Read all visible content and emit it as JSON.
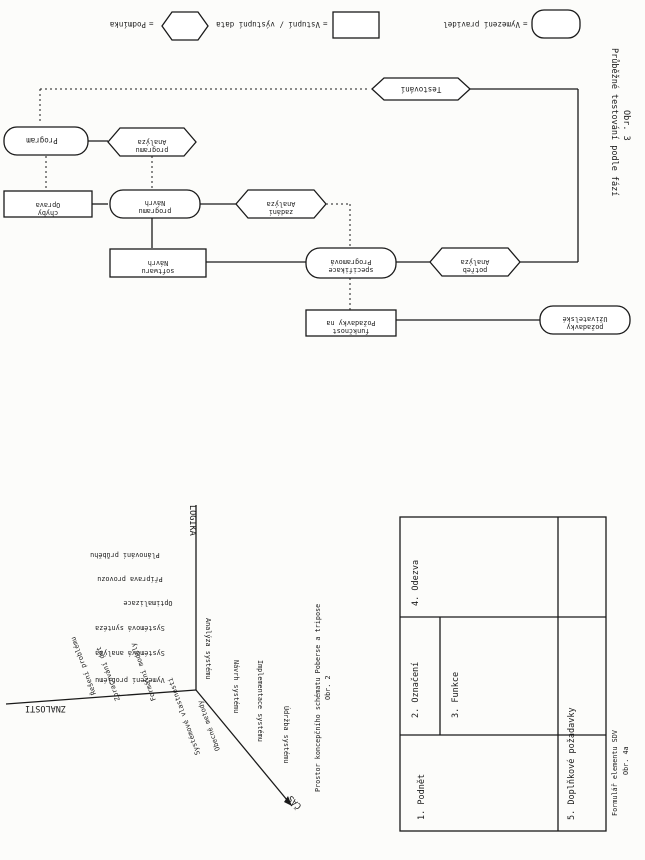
{
  "legend": {
    "procedure": "Vymezení pravidel",
    "data": "Vstupní / výstupní data",
    "control": "Podmínka"
  },
  "flowchart": {
    "caption_title": "Průběžné testování podle fází",
    "caption_fig": "Obr. 3",
    "testing": "Testování",
    "program": "Program",
    "program_analysis": [
      "Analýza",
      "programu"
    ],
    "program_design": [
      "Návrh",
      "programu"
    ],
    "error_correction": [
      "Oprava",
      "chyby"
    ],
    "requirements_analysis": [
      "Analýza",
      "zadání"
    ],
    "software_design": [
      "Návrh",
      "softwaru"
    ],
    "specification": [
      "Programová",
      "specifikace"
    ],
    "needs_analysis": [
      "Analýza",
      "potřeb"
    ],
    "functional_req": [
      "Požadavky na",
      "funkčnost"
    ],
    "user_requirements": [
      "Uživatelské",
      "požadavky"
    ]
  },
  "cube": {
    "axis_time": "ČAS",
    "axis_logic": "LOGIKA",
    "axis_knowledge": "ZNALOSTI",
    "phases": [
      "Vymezení problému",
      "Systémová analýza",
      "Systémová syntéza",
      "Optimalizace",
      "Příprava provozu",
      "Plánování průběhu"
    ],
    "steps": [
      "Analýza systému",
      "Návrh systému",
      "Implementace systému",
      "Údržba systému"
    ],
    "knowledge": [
      "Řešení problému",
      "Zpracování dat",
      "Formální modely",
      "Systémové vlastnosti",
      "Obecné metody"
    ],
    "caption_title": "Prostor koncepčního schématu Poberse a tripose",
    "caption_fig": "Obr. 2"
  },
  "form": {
    "field1": "1. Podnět",
    "field2": "2. Označení",
    "field3": "3. Funkce",
    "field4": "4. Odezva",
    "field5": "5. Doplňkové požadavky",
    "caption_title": "Formulář elementu SDV",
    "caption_fig": "Obr. 4a"
  }
}
